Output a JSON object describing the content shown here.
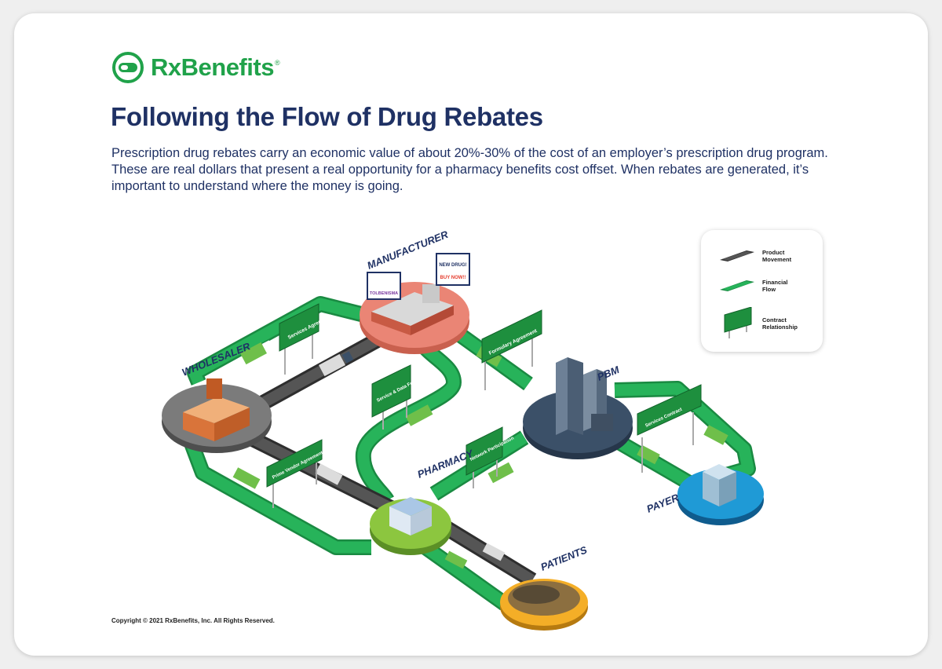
{
  "brand": {
    "name": "RxBenefits",
    "registered": "®",
    "green": "#20a24a",
    "navy": "#1f3164"
  },
  "title": "Following the Flow of Drug Rebates",
  "intro": "Prescription drug rebates carry an economic value of about 20%-30% of the cost of an employer’s prescription drug program. These are real dollars that present a real opportunity for a pharmacy benefits cost offset. When rebates are generated, it’s important to understand where the money is going.",
  "nodes": {
    "manufacturer": "MANUFACTURER",
    "wholesaler": "WHOLESALER",
    "pbm": "PBM",
    "pharmacy": "PHARMACY",
    "payer": "PAYER",
    "patients": "PATIENTS"
  },
  "billboards": {
    "new_drug": "NEW DRUG!",
    "buy_now": "BUY NOW!!",
    "tolbenisma": "TOLBENISMA"
  },
  "contracts": {
    "services_agreement": "Services Agreement",
    "formulary_agreement": "Formulary Agreement",
    "service_data_fees": "Service & Data Fees (Rebates)",
    "network_participation": "Network Participation",
    "prime_vendor_agreement": "Prime Vendor Agreement",
    "services_contract": "Services Contract"
  },
  "legend": {
    "product": "Product Movement",
    "financial": "Financial Flow",
    "contract": "Contract Relationship"
  },
  "colors": {
    "road_dark": "#4a4a4a",
    "road_green": "#22a652",
    "manufacturer": "#ea8575",
    "wholesaler": "#787878",
    "pbm": "#3b5068",
    "pharmacy": "#8cc63f",
    "payer": "#1f9ad6",
    "patients": "#f4ae27"
  },
  "copyright": "Copyright © 2021 RxBenefits, Inc. All Rights Reserved."
}
